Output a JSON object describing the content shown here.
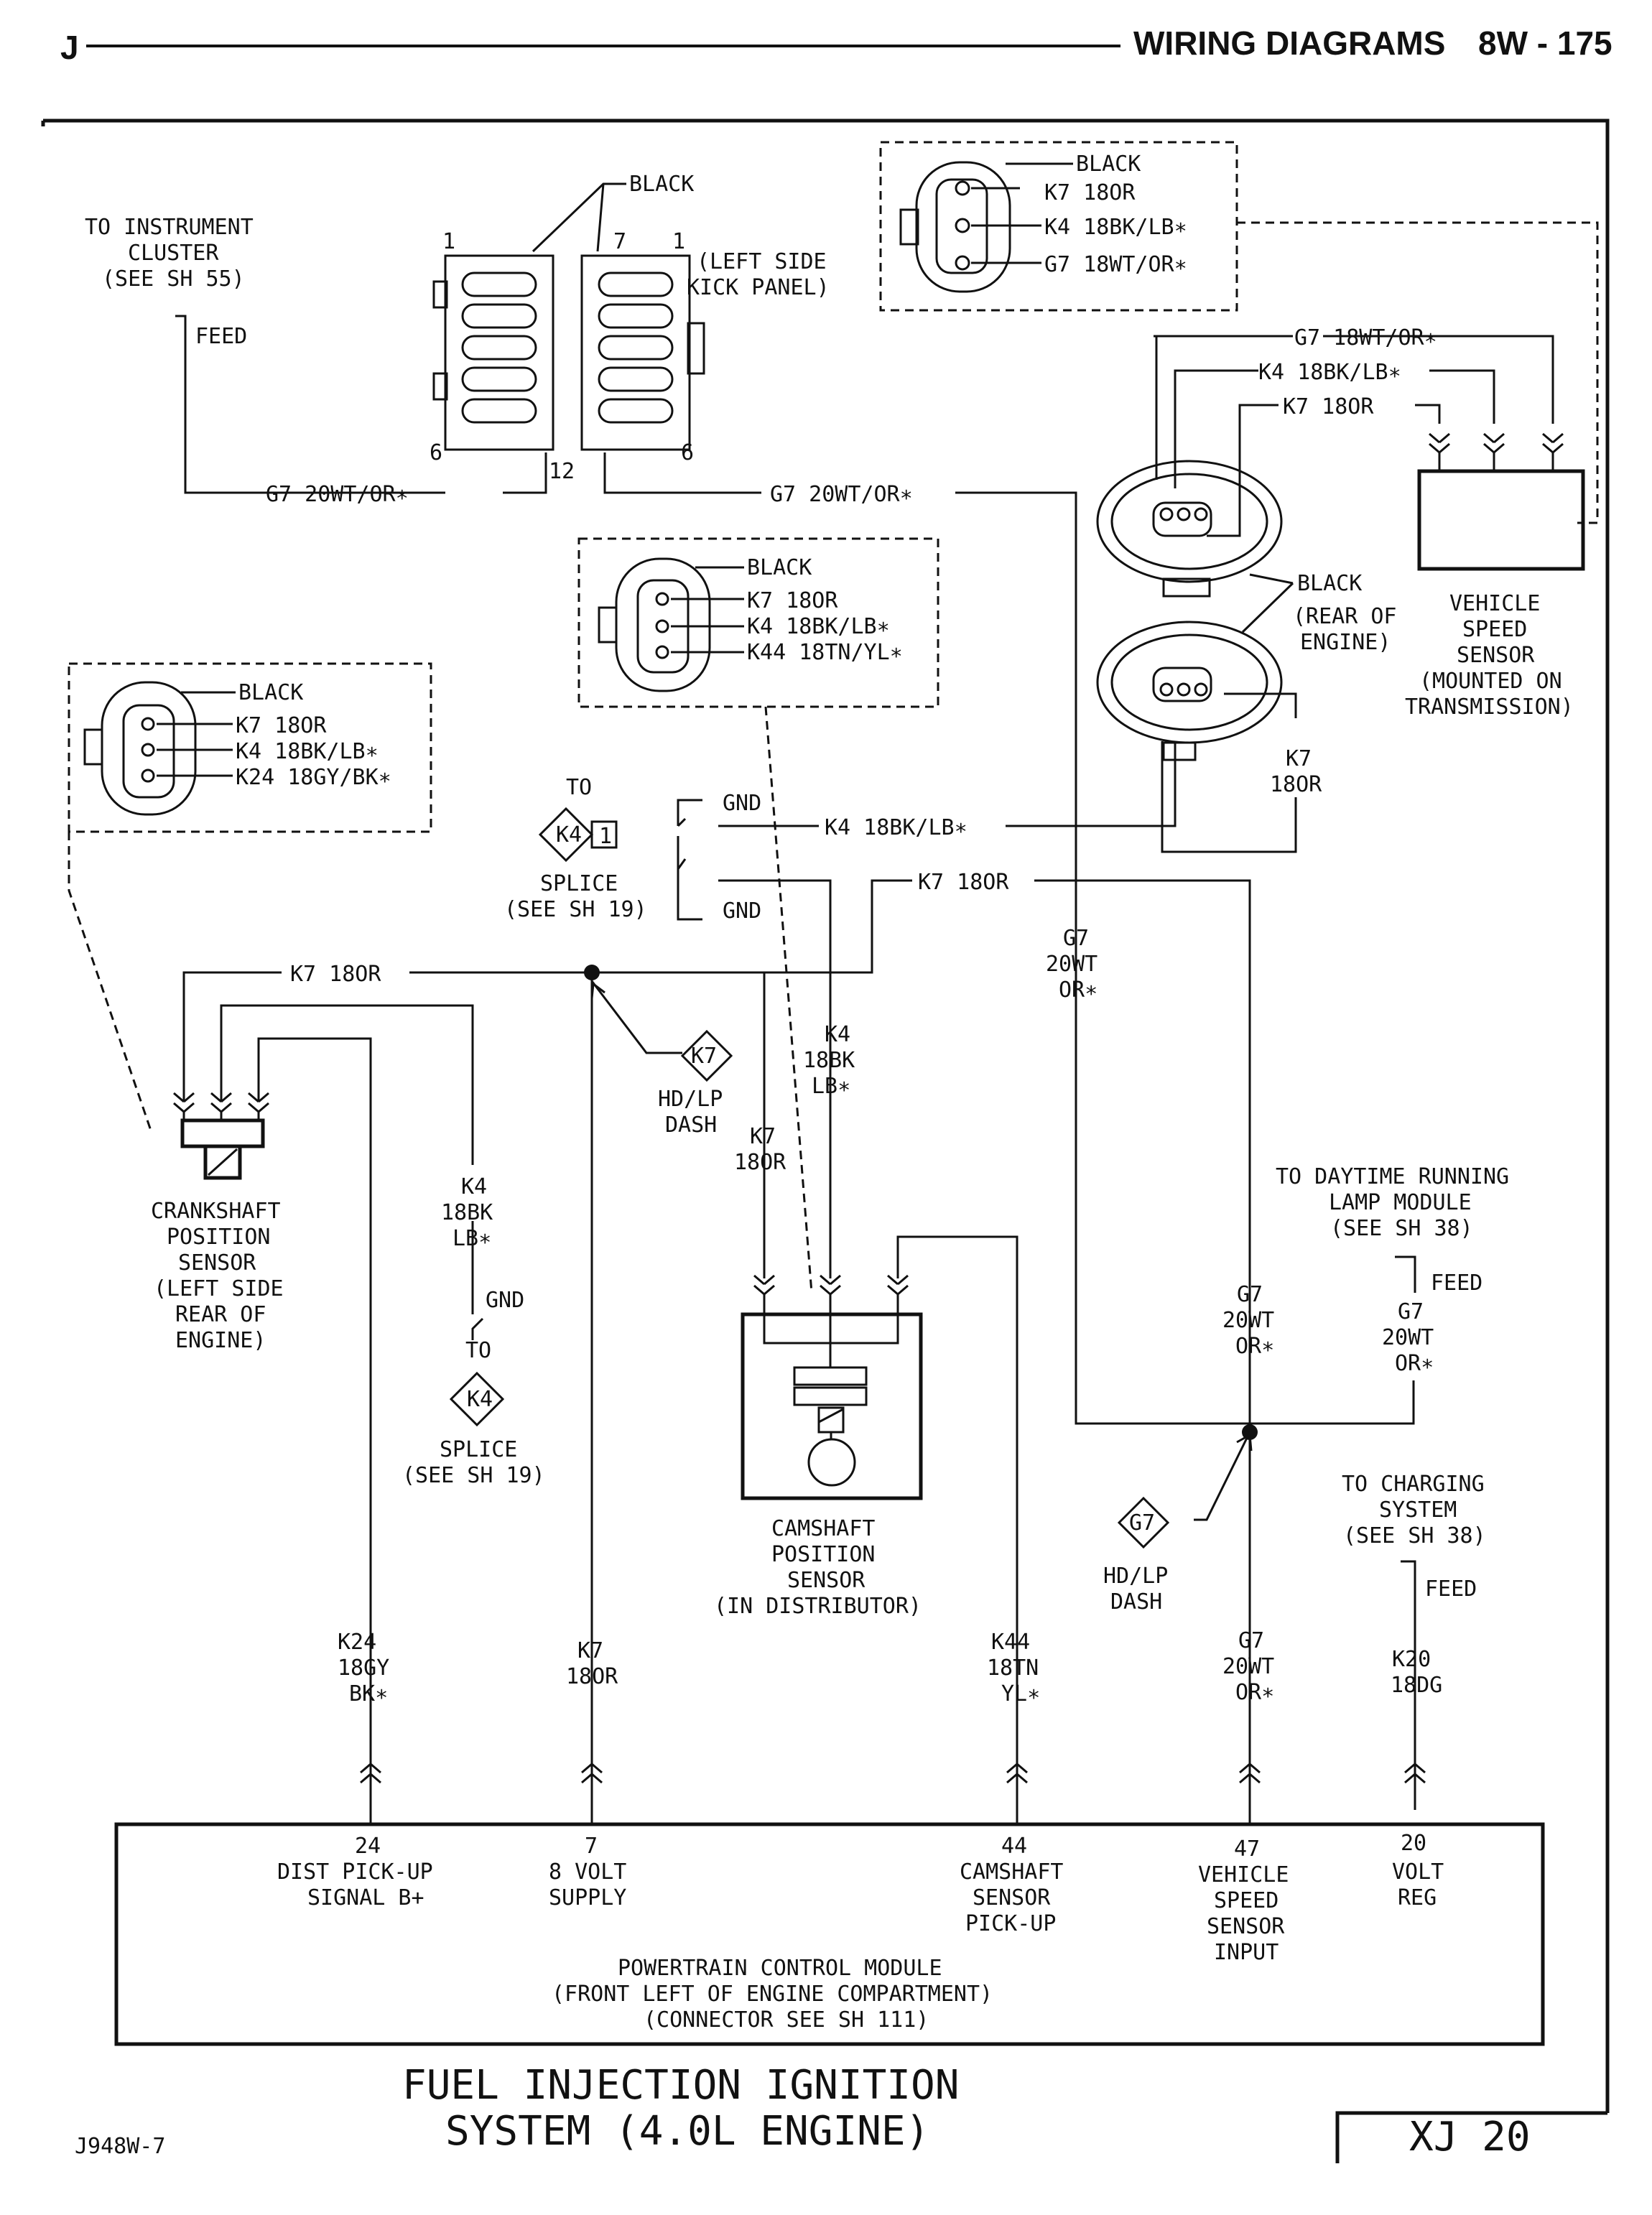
{
  "header": {
    "section_letter": "J",
    "title": "WIRING DIAGRAMS",
    "page": "8W - 175"
  },
  "footer": {
    "title_line1": "FUEL INJECTION IGNITION",
    "title_line2": "SYSTEM (4.0L ENGINE)",
    "figure_code": "J948W-7",
    "vehicle_code": "XJ 20"
  },
  "top_left": {
    "cluster_1": "TO INSTRUMENT",
    "cluster_2": "CLUSTER",
    "cluster_3": "(SEE SH 55)",
    "feed": "FEED",
    "g7_wire": "G7 20WT/OR∗",
    "black": "BLACK",
    "kick_1": "(LEFT SIDE",
    "kick_2": "KICK PANEL)",
    "pin_1a": "1",
    "pin_7": "7",
    "pin_1b": "1",
    "pin_6a": "6",
    "pin_12": "12",
    "pin_6b": "6",
    "g7_wire_2": "G7 20WT/OR∗"
  },
  "vss_connector": {
    "black": "BLACK",
    "k7": "K7 18OR",
    "k4": "K4 18BK/LB∗",
    "g7": "G7 18WT/OR∗"
  },
  "rear_engine": {
    "g7": "G7 18WT/OR∗",
    "k4": "K4 18BK/LB∗",
    "k7": "K7 18OR",
    "black": "BLACK",
    "rear_1": "(REAR OF",
    "rear_2": "ENGINE)",
    "k7_v1": "K7",
    "k7_v2": "18OR"
  },
  "vss": {
    "l1": "VEHICLE",
    "l2": "SPEED",
    "l3": "SENSOR",
    "l4": "(MOUNTED ON",
    "l5": "TRANSMISSION)"
  },
  "cmp_connector": {
    "black": "BLACK",
    "k7": "K7 18OR",
    "k4": "K4 18BK/LB∗",
    "k44": "K44 18TN/YL∗"
  },
  "ckp_connector": {
    "black": "BLACK",
    "k7": "K7 18OR",
    "k4": "K4  18BK/LB∗",
    "k24": "K24 18GY/BK∗"
  },
  "middle": {
    "to": "TO",
    "k4": "K4",
    "one": "1",
    "splice": "SPLICE",
    "see19": "(SEE SH 19)",
    "gnd_a": "GND",
    "gnd_b": "GND",
    "k4_wire": "K4 18BK/LB∗",
    "k7_wire": "K7 18OR",
    "k7_left": "K7 18OR",
    "k7_dia": "K7",
    "hdlp_1": "HD/LP",
    "dash_1": "DASH",
    "k7_v1": "K7",
    "k7_v2": "18OR",
    "k4_v1": "K4",
    "k4_v2": "18BK",
    "k4_v3": "LB∗",
    "g7_v1": "G7",
    "g7_v2": "20WT",
    "g7_v3": "OR∗",
    "k4_l1": "K4",
    "k4_l2": "18BK",
    "k4_l3": "LB∗",
    "gnd_c": "GND",
    "to_2": "TO",
    "k4_2": "K4",
    "splice_2": "SPLICE",
    "see19_2": "(SEE SH 19)"
  },
  "ckp": {
    "l1": "CRANKSHAFT",
    "l2": "POSITION",
    "l3": "SENSOR",
    "l4": "(LEFT SIDE",
    "l5": "REAR OF",
    "l6": "ENGINE)"
  },
  "cmp": {
    "l1": "CAMSHAFT",
    "l2": "POSITION",
    "l3": "SENSOR",
    "l4": "(IN DISTRIBUTOR)"
  },
  "right": {
    "drl_1": "TO DAYTIME RUNNING",
    "drl_2": "LAMP MODULE",
    "drl_3": "(SEE SH 38)",
    "feed": "FEED",
    "g7a_1": "G7",
    "g7a_2": "20WT",
    "g7a_3": "OR∗",
    "g7b_1": "G7",
    "g7b_2": "20WT",
    "g7b_3": "OR∗",
    "g7_dia": "G7",
    "hdlp": "HD/LP",
    "dash": "DASH",
    "chg_1": "TO CHARGING",
    "chg_2": "SYSTEM",
    "chg_3": "(SEE SH 38)",
    "feed_2": "FEED"
  },
  "pcm_wires": [
    {
      "l1": "K24",
      "l2": "18GY",
      "l3": "BK∗"
    },
    {
      "l1": "K7",
      "l2": "18OR",
      "l3": ""
    },
    {
      "l1": "K44",
      "l2": "18TN",
      "l3": "YL∗"
    },
    {
      "l1": "G7",
      "l2": "20WT",
      "l3": "OR∗"
    },
    {
      "l1": "K20",
      "l2": "18DG",
      "l3": ""
    }
  ],
  "pcm": {
    "p24_n": "24",
    "p24_1": "DIST PICK-UP",
    "p24_2": "SIGNAL B+",
    "p7_n": "7",
    "p7_1": "8 VOLT",
    "p7_2": "SUPPLY",
    "p44_n": "44",
    "p44_1": "CAMSHAFT",
    "p44_2": "SENSOR",
    "p44_3": "PICK-UP",
    "p47_n": "47",
    "p47_1": "VEHICLE",
    "p47_2": "SPEED",
    "p47_3": "SENSOR",
    "p47_4": "INPUT",
    "p20_n": "20",
    "p20_1": "VOLT",
    "p20_2": "REG",
    "name_1": "POWERTRAIN CONTROL MODULE",
    "name_2": "(FRONT LEFT OF ENGINE COMPARTMENT)",
    "name_3": "(CONNECTOR SEE SH 111)"
  }
}
